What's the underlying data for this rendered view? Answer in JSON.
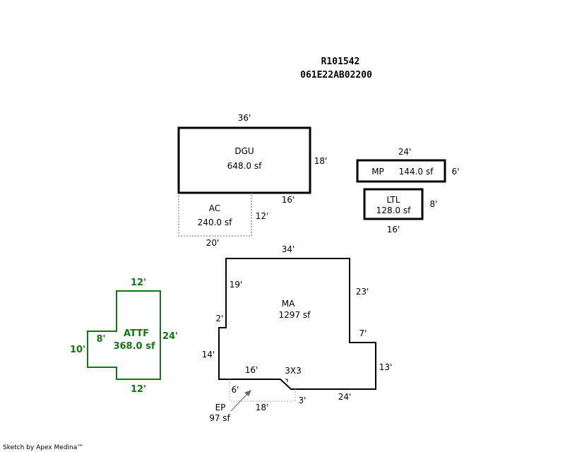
{
  "header": {
    "parcel_id": "R101542",
    "map_number": "061E22AB02200"
  },
  "colors": {
    "line": "#000000",
    "attached_garage": "#117711",
    "dotted": "#666666",
    "enclosed_porch": "#aaaaaa"
  },
  "areas": {
    "dgu": {
      "code": "DGU",
      "area": "648.0 sf",
      "dims": {
        "top": "36'",
        "right": "18'",
        "bottom": "16'"
      }
    },
    "ac": {
      "code": "AC",
      "area": "240.0 sf",
      "dims": {
        "right": "12'",
        "bottom": "20'"
      }
    },
    "mp": {
      "code": "MP",
      "area": "144.0 sf",
      "dims": {
        "top": "24'",
        "right": "6'"
      }
    },
    "ltl": {
      "code": "LTL",
      "area": "128.0 sf",
      "dims": {
        "right": "8'",
        "bottom": "16'"
      }
    },
    "ma": {
      "code": "MA",
      "area": "1297 sf",
      "dims": {
        "top": "34'",
        "left_upper": "19'",
        "right_upper": "23'",
        "jog_left": "2'",
        "jog_right": "7'",
        "left_lower": "14'",
        "right_lower": "13'",
        "bottom_left": "16'",
        "bottom_right": "24'",
        "notch": "3X3"
      }
    },
    "attf": {
      "code": "ATTF",
      "area": "368.0 sf",
      "dims": {
        "top": "12'",
        "right": "24'",
        "left": "10'",
        "jog": "8'",
        "bottom": "12'"
      }
    },
    "ep": {
      "code": "EP",
      "area": "97 sf",
      "dims": {
        "left": "6'",
        "bottom": "18'",
        "right": "3'"
      }
    }
  },
  "footer": {
    "credit": "Sketch by Apex Medina™"
  }
}
